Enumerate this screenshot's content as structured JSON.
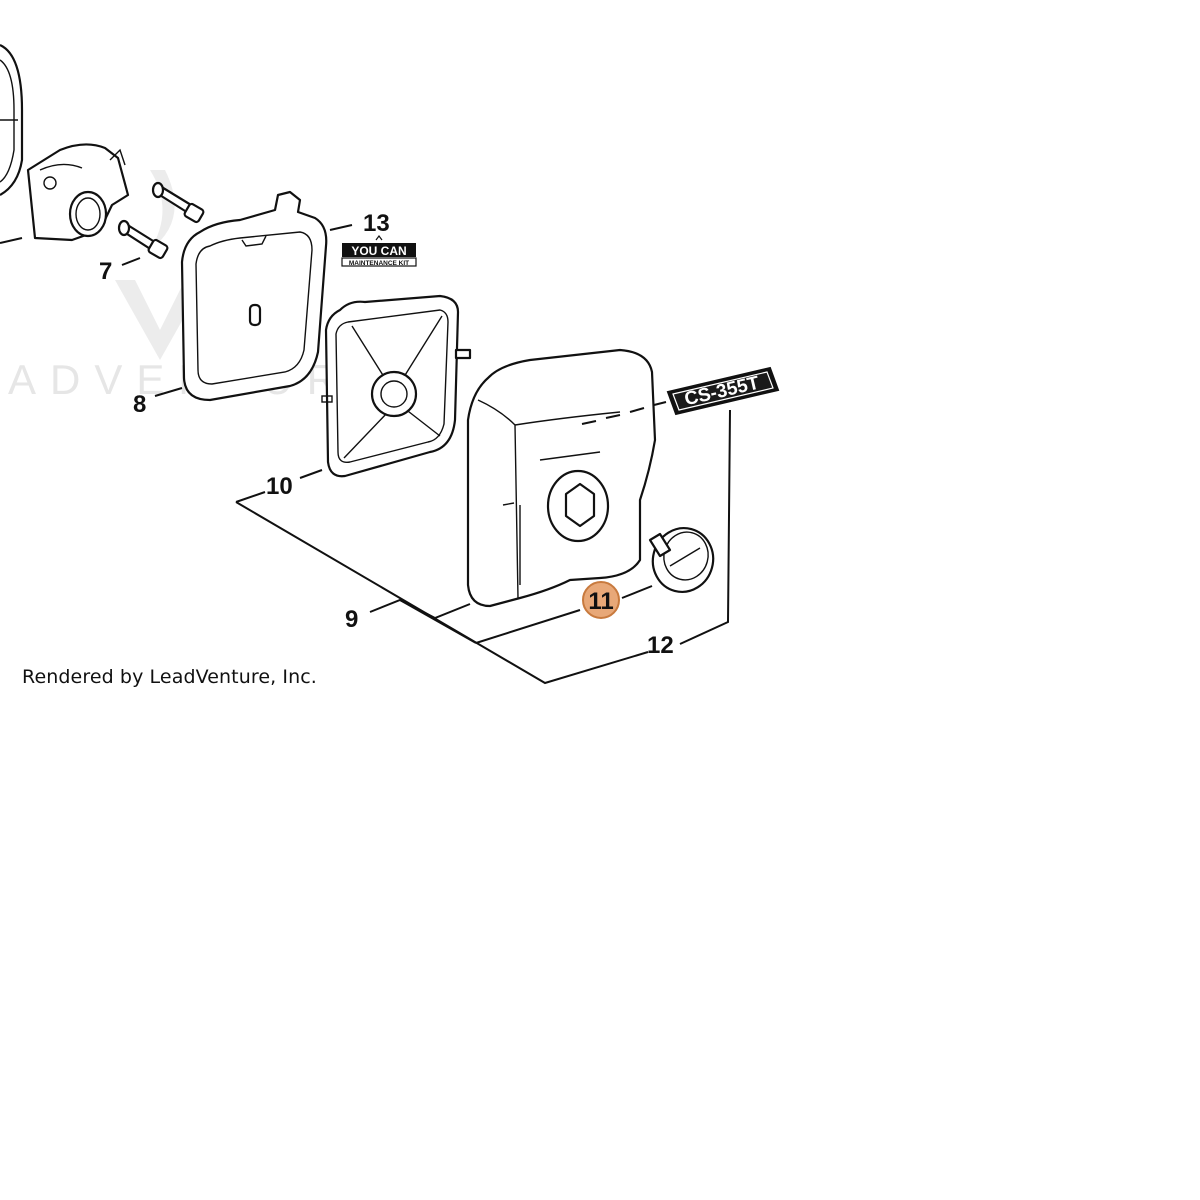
{
  "callouts": {
    "c7": "7",
    "c8": "8",
    "c9": "9",
    "c10": "10",
    "c11": "11",
    "c12": "12",
    "c13": "13"
  },
  "badges": {
    "model_label": "CS-355T",
    "kit_top": "YOU CAN",
    "kit_bottom": "MAINTENANCE KIT"
  },
  "watermark": {
    "text": "ADVENTURE"
  },
  "credit": {
    "text": "Rendered by LeadVenture, Inc."
  },
  "colors": {
    "highlight_fill": "#e8a878",
    "highlight_stroke": "#c87a3e",
    "line": "#111111",
    "watermark": "#e6e6e6"
  }
}
